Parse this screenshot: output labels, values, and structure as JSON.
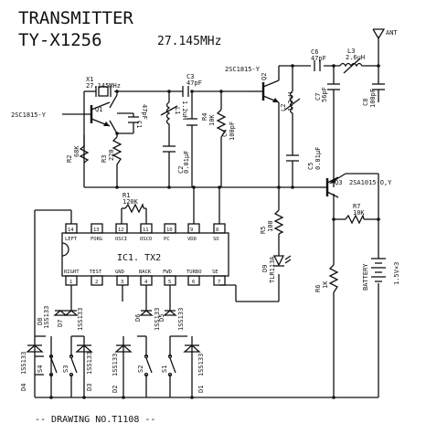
{
  "header": {
    "title": "TRANSMITTER",
    "model": "TY-X1256",
    "frequency": "27.145MHz"
  },
  "antenna": {
    "label": "ANT"
  },
  "crystal": {
    "ref": "X1",
    "value": "27.145MHz"
  },
  "transistors": {
    "q1": {
      "ref": "Q1",
      "part": "2SC1815-Y"
    },
    "q2": {
      "ref": "Q2",
      "part": "2SC1815-Y"
    },
    "q3": {
      "ref": "Q3",
      "part": "2SA1015-O,Y"
    }
  },
  "capacitors": {
    "c1": {
      "ref": "C1",
      "value": "47pF"
    },
    "c2": {
      "ref": "C2",
      "value": "0.01μF"
    },
    "c3": {
      "ref": "C3",
      "value": "47pF"
    },
    "c4": {
      "ref": "C4",
      "value": "100pF"
    },
    "c5": {
      "ref": "C5",
      "value": "0.01μF"
    },
    "c6": {
      "ref": "C6",
      "value": "47pF"
    },
    "c7": {
      "ref": "C7",
      "value": "56pF"
    },
    "c8": {
      "ref": "C8",
      "value": "100pF"
    }
  },
  "inductors": {
    "l1": {
      "ref": "L1",
      "value": "1.2uH"
    },
    "l2": {
      "ref": "L2",
      "value": "1.2uH"
    },
    "l3": {
      "ref": "L3",
      "value": "2.6uH"
    }
  },
  "resistors": {
    "r1": {
      "ref": "R1",
      "value": "120K"
    },
    "r2": {
      "ref": "R2",
      "value": "68K"
    },
    "r3": {
      "ref": "R3",
      "value": "220"
    },
    "r4": {
      "ref": "R4",
      "value": "10K"
    },
    "r5": {
      "ref": "R5",
      "value": "100"
    },
    "r6": {
      "ref": "R6",
      "value": "1K"
    },
    "r7": {
      "ref": "R7",
      "value": "10K"
    }
  },
  "led": {
    "ref": "D9",
    "part": "TLR113A"
  },
  "battery": {
    "label": "BATTERY",
    "value": "1.5V×3"
  },
  "ic": {
    "name": "IC1. TX2",
    "top_pins": [
      {
        "num": "14",
        "name": "LEFT"
      },
      {
        "num": "13",
        "name": "FORG"
      },
      {
        "num": "12",
        "name": "OSCI"
      },
      {
        "num": "11",
        "name": "OSCO"
      },
      {
        "num": "10",
        "name": "PC"
      },
      {
        "num": "9",
        "name": "VDD"
      },
      {
        "num": "8",
        "name": "SO"
      }
    ],
    "bottom_pins": [
      {
        "num": "1",
        "name": "RIGHT"
      },
      {
        "num": "2",
        "name": "TEST"
      },
      {
        "num": "3",
        "name": "GND"
      },
      {
        "num": "4",
        "name": "BACK"
      },
      {
        "num": "5",
        "name": "FWD"
      },
      {
        "num": "6",
        "name": "TURBO"
      },
      {
        "num": "7",
        "name": "SE"
      }
    ]
  },
  "diodes": {
    "d1": {
      "ref": "D1",
      "part": "1SS133"
    },
    "d2": {
      "ref": "D2",
      "part": "1SS133"
    },
    "d3": {
      "ref": "D3",
      "part": "1SS133"
    },
    "d4": {
      "ref": "D4",
      "part": "1SS133"
    },
    "d5": {
      "ref": "D5",
      "part": "1SS133"
    },
    "d6": {
      "ref": "D6",
      "part": "1SS133"
    },
    "d7": {
      "ref": "D7",
      "part": "1SS133"
    },
    "d8": {
      "ref": "D8",
      "part": "1SS133"
    }
  },
  "switches": {
    "s1": {
      "ref": "S1"
    },
    "s2": {
      "ref": "S2"
    },
    "s3": {
      "ref": "S3"
    },
    "s4": {
      "ref": "S4"
    }
  },
  "footer": {
    "drawing": "-- DRAWING NO.T1108 --"
  }
}
